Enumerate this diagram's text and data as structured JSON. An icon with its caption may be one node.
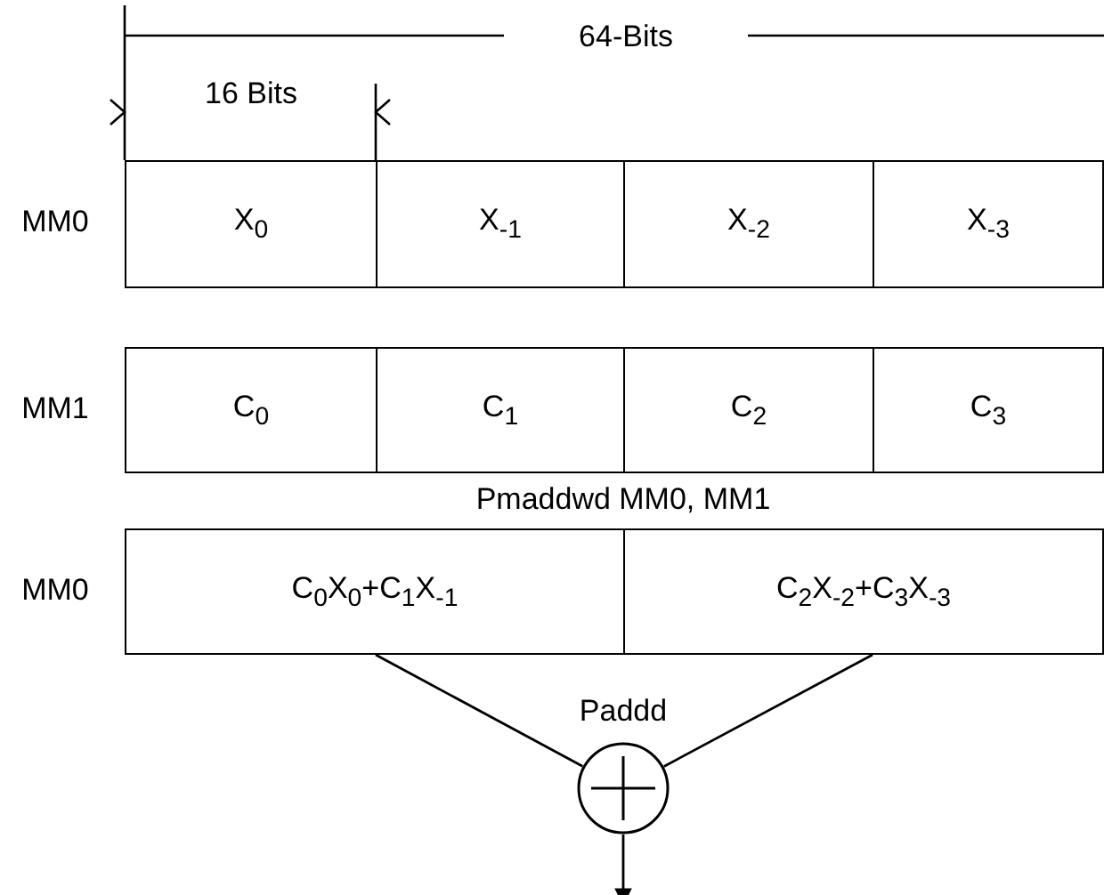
{
  "diagram": {
    "nodes": [
      {
        "text": [
          "X$_{0}$"
        ]
      },
      {
        "text": [
          "X$_{-1}$"
        ]
      },
      {
        "text": [
          "X$_{-2}$"
        ]
      },
      {
        "text": [
          "X$_{-3}$"
        ]
      },
      {
        "text": [
          "C$_{0}$"
        ]
      },
      {
        "text": [
          "C$_{1}$"
        ]
      },
      {
        "text": [
          "C$_{2}$"
        ]
      },
      {
        "text": [
          "C$_{3}$"
        ]
      },
      {
        "text": [
          "C$_{0}$X$_{0}$+C$_{1}$X$_{-1}$"
        ]
      },
      {
        "text": [
          "C$_{2}$X$_{-2}$+C$_{3}$X$_{-3}$"
        ]
      },
      {
        "text": [],
        "shape": "circle",
        "beside": [
          "Paddd"
        ]
      }
    ],
    "edges": [
      {
        "from": 8,
        "to": 10,
        "arrow": "none"
      },
      {
        "from": 9,
        "to": 10,
        "arrow": "none"
      },
      {
        "from": 10,
        "to": null,
        "arrow": "to"
      }
    ],
    "labels": [
      "64-Bits",
      "16 Bits",
      "MM0",
      "MM1",
      "Pmaddwd MM0, MM1",
      "MM0"
    ]
  }
}
